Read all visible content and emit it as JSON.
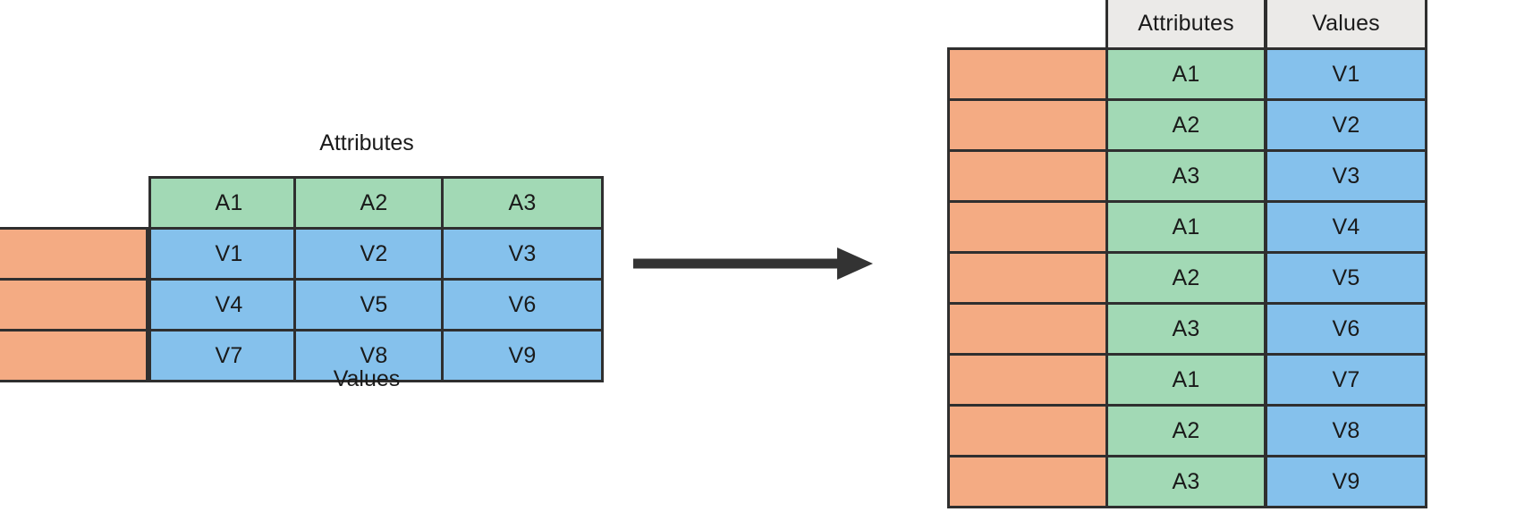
{
  "diagram": {
    "title_left": "Attributes",
    "caption_left_bottom": "Values",
    "arrow_icon": "right-arrow-icon",
    "colors": {
      "green": "#a2d9b5",
      "blue": "#85c1ec",
      "orange": "#f4ab83",
      "header_gray": "#ebeae8",
      "border": "#2f2f2f",
      "text": "#1a1a1a"
    }
  },
  "source_table": {
    "label_top": "Attributes",
    "label_bottom": "Values",
    "attribute_header": [
      "A1",
      "A2",
      "A3"
    ],
    "row_key_cells": [
      "",
      "",
      ""
    ],
    "value_rows": [
      [
        "V1",
        "V2",
        "V3"
      ],
      [
        "V4",
        "V5",
        "V6"
      ],
      [
        "V7",
        "V8",
        "V9"
      ]
    ]
  },
  "result_table": {
    "headers": [
      "Attributes",
      "Values"
    ],
    "rows": [
      {
        "key": "",
        "attribute": "A1",
        "value": "V1"
      },
      {
        "key": "",
        "attribute": "A2",
        "value": "V2"
      },
      {
        "key": "",
        "attribute": "A3",
        "value": "V3"
      },
      {
        "key": "",
        "attribute": "A1",
        "value": "V4"
      },
      {
        "key": "",
        "attribute": "A2",
        "value": "V5"
      },
      {
        "key": "",
        "attribute": "A3",
        "value": "V6"
      },
      {
        "key": "",
        "attribute": "A1",
        "value": "V7"
      },
      {
        "key": "",
        "attribute": "A2",
        "value": "V8"
      },
      {
        "key": "",
        "attribute": "A3",
        "value": "V9"
      }
    ]
  }
}
